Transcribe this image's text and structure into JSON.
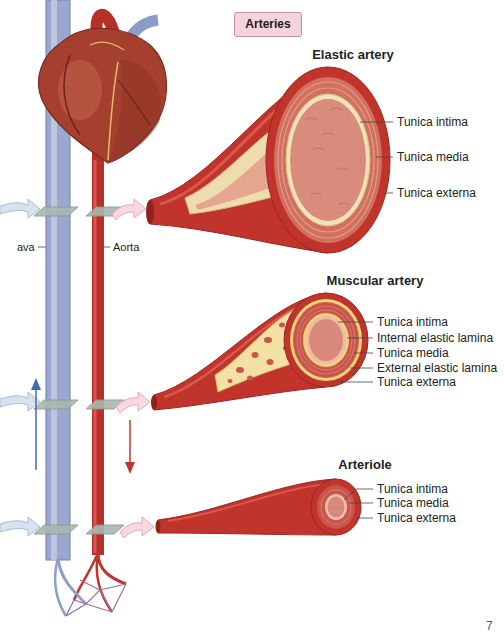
{
  "diagram": {
    "nodes": [
      {
        "text": [
          "Arteries"
        ]
      }
    ],
    "labels": [
      "Elastic artery",
      "Tunica intima",
      "Tunica media",
      "Tunica externa",
      "ava",
      "Aorta",
      "Muscular artery",
      "Tunica intima",
      "Internal elastic lamina",
      "Tunica media",
      "External elastic lamina",
      "Tunica externa",
      "Arteriole",
      "Tunica intima",
      "Tunica media",
      "Tunica externa",
      "7"
    ]
  }
}
